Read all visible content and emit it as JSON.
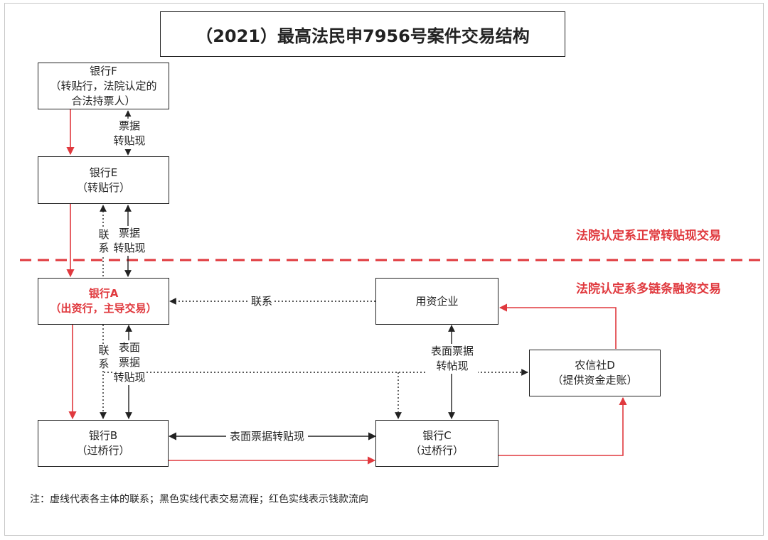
{
  "title": "（2021）最高法民申7956号案件交易结构",
  "nodes": {
    "bank_f": {
      "name": "银行F",
      "role": "（转贴行，法院认定的",
      "role2": "合法持票人）"
    },
    "bank_e": {
      "name": "银行E",
      "role": "（转贴行）"
    },
    "bank_a": {
      "name": "银行A",
      "role": "（出资行，主导交易）"
    },
    "bank_b": {
      "name": "银行B",
      "role": "（过桥行）"
    },
    "bank_c": {
      "name": "银行C",
      "role": "（过桥行）"
    },
    "enterprise": {
      "name": "用资企业"
    },
    "credit_d": {
      "name": "农信社D",
      "role": "（提供资金走账）"
    }
  },
  "edge_labels": {
    "fe_1": "票据",
    "fe_2": "转贴现",
    "ea_link": "联系",
    "ea_1": "票据",
    "ea_2": "转贴现",
    "ab_link": "联系",
    "ab_1": "表面",
    "ab_2": "票据",
    "ab_3": "转贴现",
    "enterprise_a_link": "联系",
    "cd_1": "表面票据",
    "cd_2": "转帖现",
    "bc": "表面票据转贴现"
  },
  "sections": {
    "upper": "法院认定系正常转贴现交易",
    "lower": "法院认定系多链条融资交易"
  },
  "note": "注：虚线代表各主体的联系；黑色实线代表交易流程；红色实线表示钱款流向",
  "colors": {
    "red": "#e0393e",
    "black": "#222222"
  }
}
